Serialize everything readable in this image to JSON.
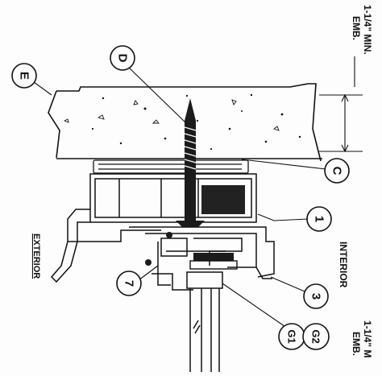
{
  "labels": {
    "top_dimension": [
      "1-1/4\" MIN.",
      "EMB."
    ],
    "bottom_dimension": [
      "1-1/4\" M",
      "EMB."
    ],
    "exterior": "EXTERIOR",
    "interior": "INTERIOR"
  },
  "callouts": {
    "D": "D",
    "E": "E",
    "C": "C",
    "one": "1",
    "three": "3",
    "seven": "7",
    "g1": "G1",
    "g2": "G2"
  },
  "colors": {
    "line": "#111111",
    "fill_dark": "#222222",
    "background": "#fdfdfd"
  }
}
